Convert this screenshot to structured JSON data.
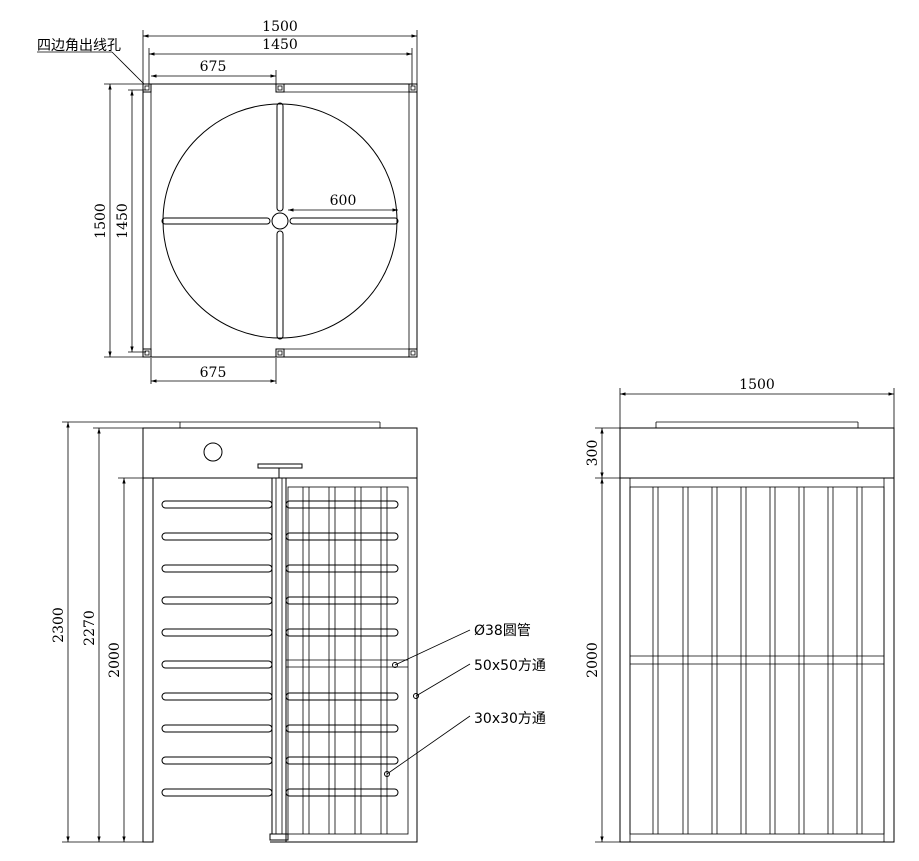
{
  "top_view": {
    "overall_width": "1500",
    "inner_width": "1450",
    "half_top": "675",
    "half_bottom": "675",
    "overall_height": "1500",
    "inner_height": "1450",
    "arm_radius": "600",
    "corner_note": "四边角出线孔"
  },
  "front_view": {
    "height_total": "2300",
    "height_mid": "2270",
    "height_frame": "2000",
    "callout_tube": "Ø38圆管",
    "callout_square50": "50x50方通",
    "callout_square30": "30x30方通"
  },
  "side_view": {
    "width": "1500",
    "top_height": "300",
    "frame_height": "2000"
  }
}
